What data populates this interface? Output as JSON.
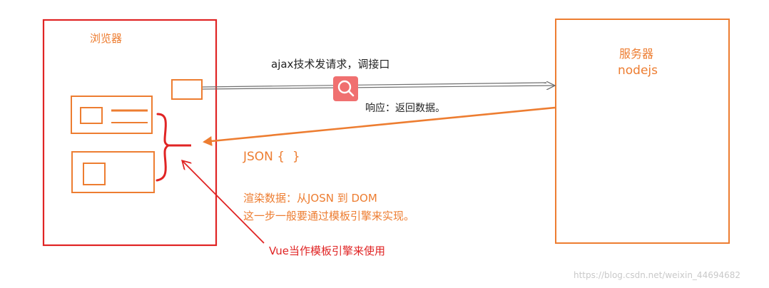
{
  "browser": {
    "label": "浏览器"
  },
  "server": {
    "label_line1": "服务器",
    "label_line2": "nodejs"
  },
  "arrows": {
    "request_label": "ajax技术发请求，调接口",
    "response_label": "响应：返回数据。"
  },
  "json_label": "JSON {  }",
  "render_note": {
    "line1": "渲染数据：从JOSN 到 DOM",
    "line2": "这一步一般要通过模板引擎来实现。"
  },
  "vue_note": "Vue当作模板引擎来使用",
  "watermark": "https://blog.csdn.net/weixin_44694682",
  "icons": {
    "search": "search-icon"
  },
  "colors": {
    "orange": "#ED7D31",
    "red": "#E02424",
    "gray": "#707070",
    "search_bg": "#F07070"
  }
}
